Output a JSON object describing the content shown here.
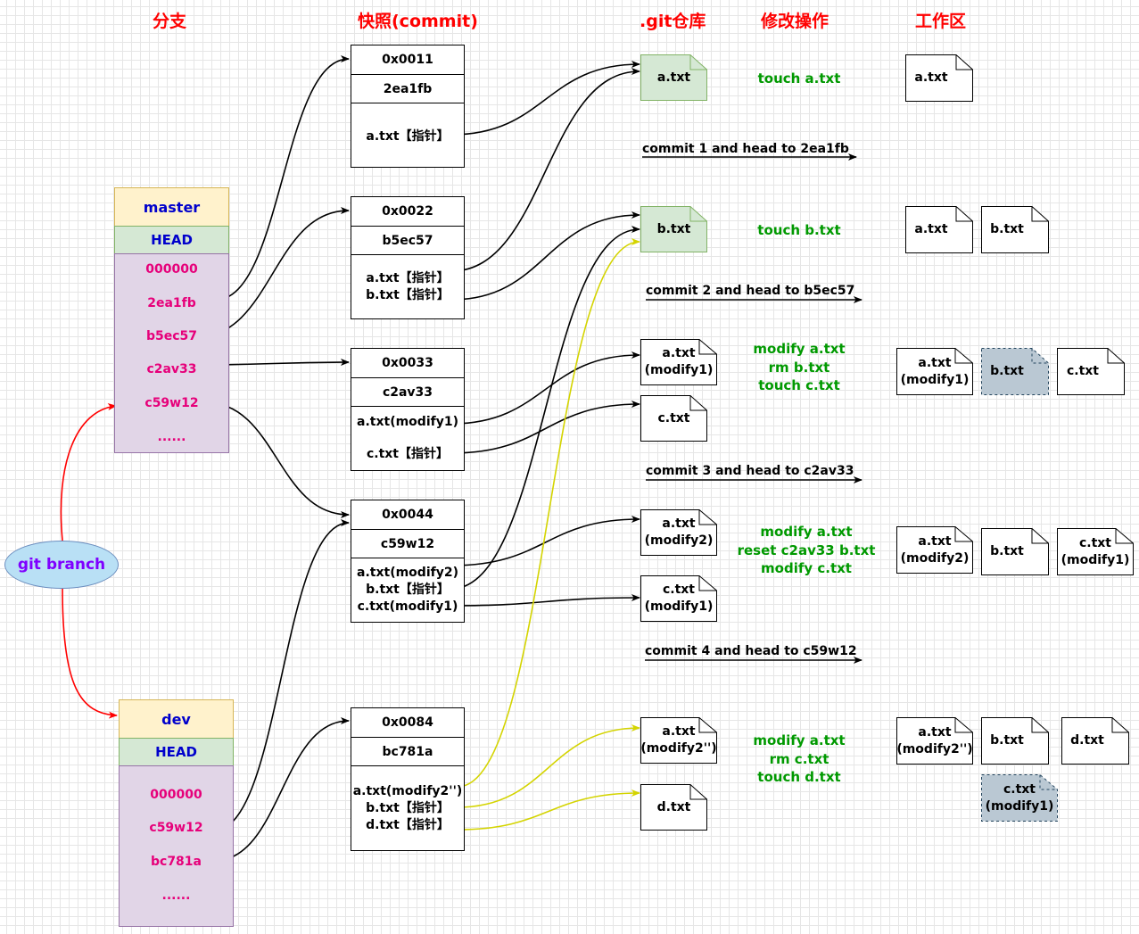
{
  "headers": {
    "branch": "分支",
    "snapshot": "快照(commit)",
    "repo": ".git仓库",
    "operation": "修改操作",
    "workspace": "工作区"
  },
  "master": {
    "name": "master",
    "head": "HEAD",
    "items": [
      "000000",
      "2ea1fb",
      "b5ec57",
      "c2av33",
      "c59w12",
      "......"
    ]
  },
  "dev": {
    "name": "dev",
    "head": "HEAD",
    "items": [
      "000000",
      "c59w12",
      "bc781a",
      "......"
    ]
  },
  "git_branch": "git branch",
  "snapshots": [
    {
      "addr": "0x0011",
      "hash": "2ea1fb",
      "files": [
        "a.txt【指针】"
      ]
    },
    {
      "addr": "0x0022",
      "hash": "b5ec57",
      "files": [
        "a.txt【指针】",
        "b.txt【指针】"
      ]
    },
    {
      "addr": "0x0033",
      "hash": "c2av33",
      "files": [
        "a.txt(modify1)",
        "c.txt【指针】"
      ]
    },
    {
      "addr": "0x0044",
      "hash": "c59w12",
      "files": [
        "a.txt(modify2)",
        "b.txt【指针】",
        "c.txt(modify1)"
      ]
    },
    {
      "addr": "0x0084",
      "hash": "bc781a",
      "files": [
        "a.txt(modify2'')",
        "b.txt【指针】",
        "d.txt【指针】"
      ]
    }
  ],
  "repo_files": [
    {
      "lines": [
        "a.txt"
      ]
    },
    {
      "lines": [
        "b.txt"
      ]
    },
    {
      "lines": [
        "a.txt",
        "(modify1)"
      ]
    },
    {
      "lines": [
        "c.txt"
      ]
    },
    {
      "lines": [
        "a.txt",
        "(modify2)"
      ]
    },
    {
      "lines": [
        "c.txt",
        "(modify1)"
      ]
    },
    {
      "lines": [
        "a.txt",
        "(modify2'')"
      ]
    },
    {
      "lines": [
        "d.txt"
      ]
    }
  ],
  "operations": [
    [
      "touch a.txt"
    ],
    [
      "touch b.txt"
    ],
    [
      "modify a.txt",
      "rm b.txt",
      "touch c.txt"
    ],
    [
      "modify a.txt",
      "reset c2av33 b.txt",
      "modify c.txt"
    ],
    [
      "modify a.txt",
      "rm c.txt",
      "touch d.txt"
    ]
  ],
  "commits": [
    "commit 1 and head to 2ea1fb",
    "commit 2 and head to b5ec57",
    "commit 3 and head to c2av33",
    "commit 4 and head to c59w12"
  ],
  "workspace_files": [
    {
      "lines": [
        "a.txt"
      ]
    },
    {
      "lines": [
        "a.txt"
      ]
    },
    {
      "lines": [
        "b.txt"
      ]
    },
    {
      "lines": [
        "a.txt",
        "(modify1)"
      ]
    },
    {
      "lines": [
        "b.txt"
      ]
    },
    {
      "lines": [
        "c.txt"
      ]
    },
    {
      "lines": [
        "a.txt",
        "(modify2)"
      ]
    },
    {
      "lines": [
        "b.txt"
      ]
    },
    {
      "lines": [
        "c.txt",
        "(modify1)"
      ]
    },
    {
      "lines": [
        "a.txt",
        "(modify2'')"
      ]
    },
    {
      "lines": [
        "b.txt"
      ]
    },
    {
      "lines": [
        "d.txt"
      ]
    },
    {
      "lines": [
        "c.txt",
        "(modify1)"
      ]
    }
  ],
  "colors": {
    "header": "#ff0000",
    "branch_text": "#0000cc",
    "hash_text": "#e6007a",
    "operation_text": "#009900",
    "arrow": "#000000",
    "arrow_red": "#ff0000",
    "arrow_yellow": "#d4d400",
    "repo_file_fill": "#d5e8d4",
    "deleted_file_fill": "#bac8d3"
  }
}
